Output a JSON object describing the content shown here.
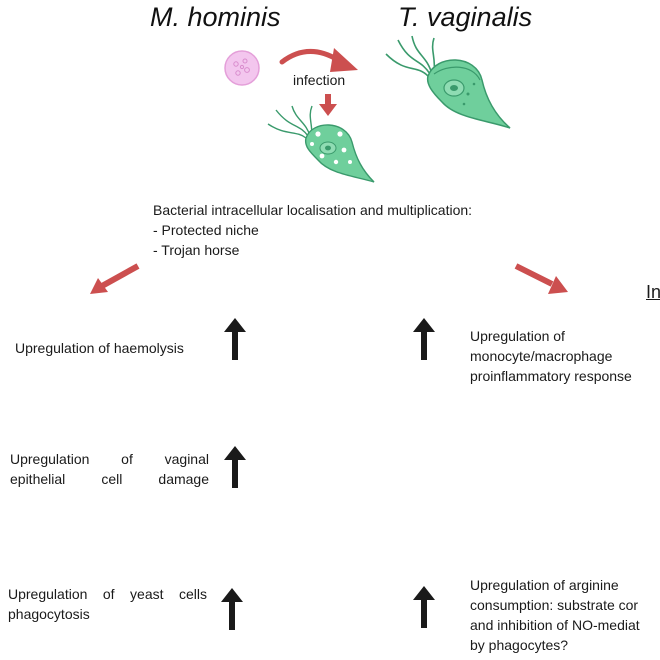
{
  "species": {
    "left": "M. hominis",
    "right": "T. vaginalis"
  },
  "infection_label": "infection",
  "localisation": {
    "title": "Bacterial intracellular localisation and multiplication:",
    "items": [
      "- Protected niche",
      "- Trojan horse"
    ]
  },
  "right_header_partial": "In",
  "left_effects": [
    "Upregulation of haemolysis",
    "Upregulation of vaginal epithelial cell damage",
    "Upregulation of yeast cells phagocytosis"
  ],
  "right_effects": [
    "Upregulation of monocyte/macrophage proinflammatory response",
    "Upregulation of arginine consumption: substrate cor and inhibition of NO-mediat by phagocytes?"
  ],
  "right_effects_lines": {
    "first": [
      "Upregulation of",
      "monocyte/macrophage",
      "proinflammatory response"
    ],
    "second": [
      "Upregulation of arginine",
      "consumption: substrate cor",
      "and inhibition of NO-mediat",
      "by phagocytes?"
    ]
  },
  "colors": {
    "arrow_red": "#cc4f4f",
    "cell_green": "#5cc08d",
    "cell_green_dark": "#3a9a6c",
    "mycoplasma_pink": "#f3c6ee",
    "up_arrow": "#1a1a1a"
  }
}
